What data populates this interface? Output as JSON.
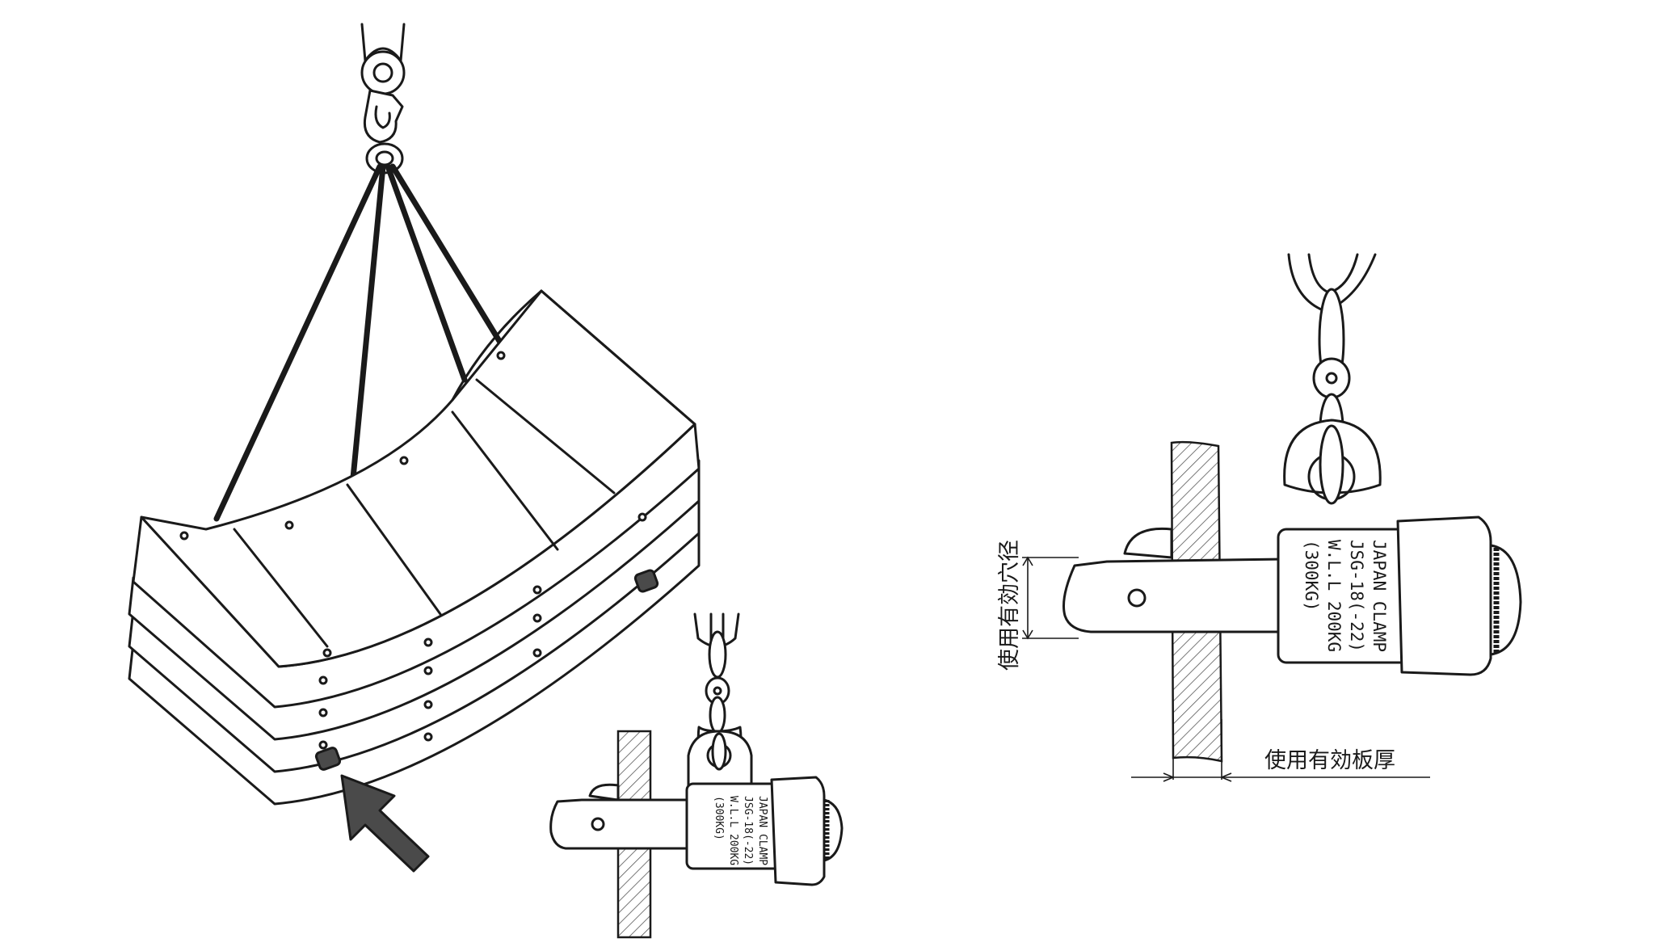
{
  "clamp_small": {
    "brand": "JAPAN CLAMP",
    "model": "JSG-18(-22)",
    "wll": "W.L.L 200KG",
    "proof": "(300KG)"
  },
  "clamp_large": {
    "brand": "JAPAN CLAMP",
    "model": "JSG-18(-22)",
    "wll": "W.L.L 200KG",
    "proof": "(300KG)"
  },
  "dimension_labels": {
    "hole_diameter": "使用有効穴径",
    "plate_thickness": "使用有効板厚"
  },
  "colors": {
    "ink": "#1a1a1a",
    "arrow_fill": "#4a4a4a",
    "hatch": "#555555"
  }
}
